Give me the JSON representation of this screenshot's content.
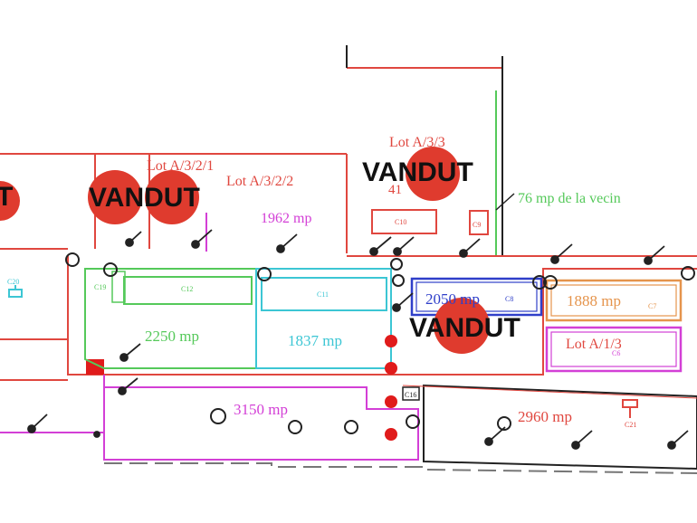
{
  "colors": {
    "red": "#e0473f",
    "magenta": "#d33fd6",
    "green": "#55c95a",
    "cyan": "#3cc6d4",
    "blue": "#2f3fc9",
    "orange": "#e5944c",
    "sold_dot": "#df3b2e",
    "black": "#222222"
  },
  "lots": {
    "lot_a_3_2_1": "Lot A/3/2/1",
    "lot_a_3_2_2": "Lot A/3/2/2",
    "lot_a_3_3": "Lot A/3/3",
    "lot_a_3_3_num": "41",
    "lot_a_1_3": "Lot A/1/3"
  },
  "areas": {
    "a1962": "1962 mp",
    "a2250": "2250 mp",
    "a1837": "1837 mp",
    "a2050": "2050 mp",
    "a1888": "1888 mp",
    "a3150": "3150 mp",
    "a2960": "2960 mp"
  },
  "neighbor_note": "76 mp de la vecin",
  "cells": {
    "c6": "C6",
    "c7": "C7",
    "c8": "C8",
    "c9": "C9",
    "c10": "C10",
    "c11": "C11",
    "c12": "C12",
    "c16": "C16",
    "c19": "C19",
    "c20": "C20",
    "c21": "C21"
  },
  "sold_labels": {
    "left_partial": "T",
    "lot_a_3_2": "VANDUT",
    "lot_a_3_3": "VANDUT",
    "lot_center": "VANDUT"
  }
}
